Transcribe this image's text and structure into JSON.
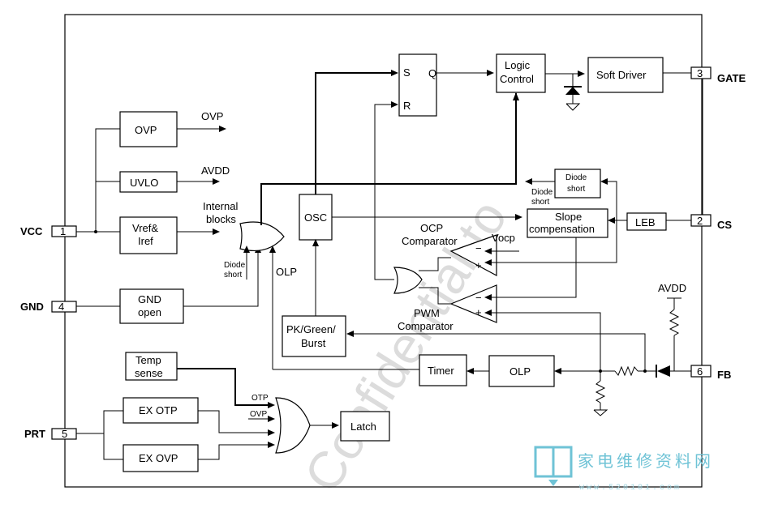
{
  "pins": {
    "vcc": {
      "name": "VCC",
      "num": "1"
    },
    "gnd": {
      "name": "GND",
      "num": "4"
    },
    "prt": {
      "name": "PRT",
      "num": "5"
    },
    "gate": {
      "name": "GATE",
      "num": "3"
    },
    "cs": {
      "name": "CS",
      "num": "2"
    },
    "fb": {
      "name": "FB",
      "num": "6"
    }
  },
  "blocks": {
    "ovp": "OVP",
    "uvlo": "UVLO",
    "vref_line1": "Vref&",
    "vref_line2": "Iref",
    "gnd_open_line1": "GND",
    "gnd_open_line2": "open",
    "temp_line1": "Temp",
    "temp_line2": "sense",
    "ex_otp": "EX OTP",
    "ex_ovp": "EX OVP",
    "latch": "Latch",
    "osc": "OSC",
    "pk_line1": "PK/Green/",
    "pk_line2": "Burst",
    "timer": "Timer",
    "olp_block": "OLP",
    "logic_line1": "Logic",
    "logic_line2": "Control",
    "soft_driver": "Soft Driver",
    "slope_line1": "Slope",
    "slope_line2": "compensation",
    "leb": "LEB",
    "diode_short_block_line1": "Diode",
    "diode_short_block_line2": "short",
    "sr_s": "S",
    "sr_r": "R",
    "sr_q": "Q"
  },
  "labels": {
    "ovp_out": "OVP",
    "avdd_out": "AVDD",
    "internal_line1": "Internal",
    "internal_line2": "blocks",
    "diode_short_in_line1": "Diode",
    "diode_short_in_line2": "short",
    "diode_short_out_line1": "Diode",
    "diode_short_out_line2": "short",
    "olp": "OLP",
    "ocp_line1": "OCP",
    "ocp_line2": "Comparator",
    "vocp": "Vocp",
    "pwm_line1": "PWM",
    "pwm_line2": "Comparator",
    "avdd_fb": "AVDD",
    "otp_in": "OTP",
    "ovp_in": "OVP",
    "minus": "−",
    "plus": "+"
  },
  "watermark": {
    "text": "Confidential to",
    "site_cn": "家电维修资料网",
    "site_url": "www.520101.com"
  }
}
